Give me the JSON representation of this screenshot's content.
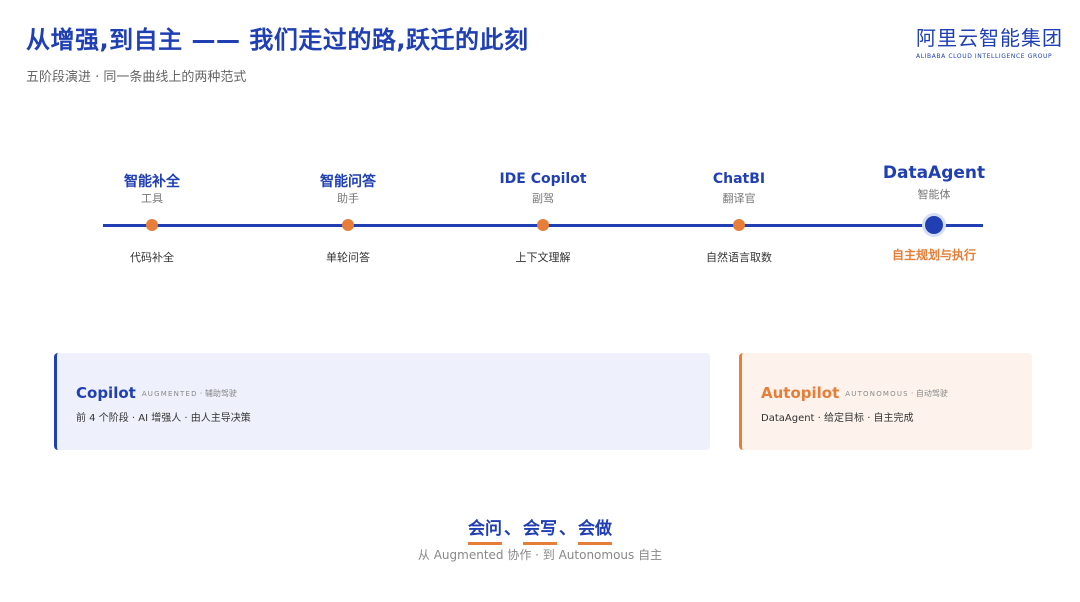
{
  "header": {
    "title": "从增强,到自主 —— 我们走过的路,跃迁的此刻",
    "subtitle": "五阶段演进 · 同一条曲线上的两种范式"
  },
  "logo": {
    "cn": "阿里云智能集团",
    "en": "ALIBABA CLOUD INTELLIGENCE GROUP"
  },
  "timeline": {
    "stages": [
      {
        "name": "智能补全",
        "role": "工具",
        "desc": "代码补全"
      },
      {
        "name": "智能问答",
        "role": "助手",
        "desc": "单轮问答"
      },
      {
        "name": "IDE Copilot",
        "role": "副驾",
        "desc": "上下文理解"
      },
      {
        "name": "ChatBI",
        "role": "翻译官",
        "desc": "自然语言取数"
      },
      {
        "name": "DataAgent",
        "role": "智能体",
        "desc": "自主规划与执行"
      }
    ]
  },
  "cards": {
    "copilot": {
      "title": "Copilot",
      "tag": "AUGMENTED",
      "tag_cn": "· 辅助驾驶",
      "desc": "前 4 个阶段 · AI 增强人 · 由人主导决策"
    },
    "autopilot": {
      "title": "Autopilot",
      "tag": "AUTONOMOUS",
      "tag_cn": "· 自动驾驶",
      "desc": "DataAgent · 给定目标 · 自主完成"
    }
  },
  "footer": {
    "verbs": [
      "会问",
      "会写",
      "会做"
    ],
    "separator": "、",
    "subtitle": "从 Augmented 协作 · 到 Autonomous 自主"
  },
  "colors": {
    "primary": "#1f3fb3",
    "accent": "#e67e3a"
  }
}
